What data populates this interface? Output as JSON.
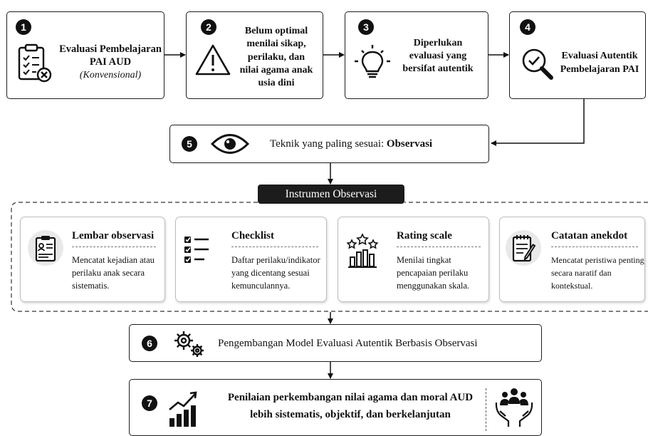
{
  "steps": [
    {
      "number": "1",
      "lines": [
        "Evaluasi Pembelajaran",
        "PAI AUD"
      ],
      "note": "(Konvensional)",
      "icon": "clipboard-x-icon"
    },
    {
      "number": "2",
      "lines": [
        "Belum optimal",
        "menilai sikap,",
        "perilaku, dan",
        "nilai agama anak",
        "usia dini"
      ],
      "icon": "warning-icon"
    },
    {
      "number": "3",
      "lines": [
        "Diperlukan",
        "evaluasi yang",
        "bersifat autentik"
      ],
      "icon": "lightbulb-icon"
    },
    {
      "number": "4",
      "lines": [
        "Evaluasi Autentik",
        "Pembelajaran PAI"
      ],
      "icon": "magnifier-check-icon"
    }
  ],
  "step5": {
    "number": "5",
    "prefix": "Teknik yang paling sesuai: ",
    "highlight": "Observasi",
    "icon": "eye-icon"
  },
  "instrumen": {
    "title": "Instrumen Observasi",
    "cards": [
      {
        "title": "Lembar observasi",
        "desc": [
          "Mencatat kejadian atau",
          "perilaku anak secara",
          "sistematis."
        ],
        "icon": "observation-sheet-icon"
      },
      {
        "title": "Checklist",
        "desc": [
          "Daftar perilaku/indikator",
          "yang dicentang sesuai",
          "kemunculannya."
        ],
        "icon": "checklist-icon"
      },
      {
        "title": "Rating scale",
        "desc": [
          "Menilai tingkat",
          "pencapaian perilaku",
          "menggunakan skala."
        ],
        "icon": "rating-scale-icon"
      },
      {
        "title": "Catatan anekdot",
        "desc": [
          "Mencatat peristiwa penting",
          "secara naratif dan",
          "kontekstual."
        ],
        "icon": "notebook-pen-icon"
      }
    ]
  },
  "step6": {
    "number": "6",
    "text": "Pengembangan Model Evaluasi Autentik Berbasis Observasi",
    "icon": "gears-icon"
  },
  "step7": {
    "number": "7",
    "lines": [
      "Penilaian perkembangan nilai agama dan moral AUD",
      "lebih sistematis, objektif, dan berkelanjutan"
    ],
    "icon_left": "growth-chart-icon",
    "icon_right": "people-hands-icon"
  }
}
